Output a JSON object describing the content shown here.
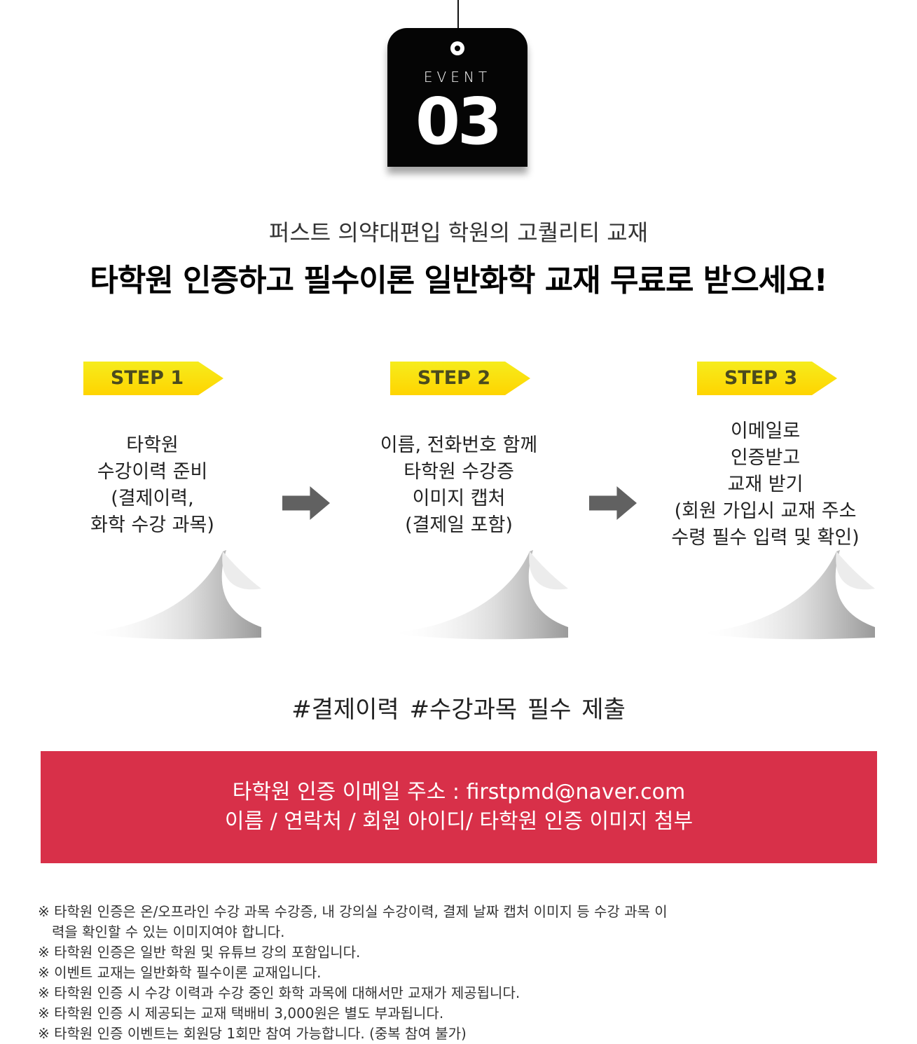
{
  "event_tag": {
    "label": "EVENT",
    "number": "03"
  },
  "subtitle": "퍼스트 의약대편입 학원의 고퀄리티 교재",
  "headline": "타학원 인증하고 필수이론 일반화학 교재 무료로 받으세요!",
  "steps": [
    {
      "label": "STEP 1",
      "lines": [
        "타학원",
        "수강이력 준비",
        "(결제이력,",
        "화학 수강 과목)"
      ]
    },
    {
      "label": "STEP 2",
      "lines": [
        "이름, 전화번호 함께",
        "타학원 수강증",
        "이미지 캡처",
        "(결제일 포함)"
      ]
    },
    {
      "label": "STEP 3",
      "lines": [
        "이메일로",
        "인증받고",
        "교재 받기",
        "(회원 가입시 교재 주소",
        "수령 필수 입력 및 확인)"
      ]
    }
  ],
  "icons": [
    "arrow-right-icon",
    "page-curl-icon"
  ],
  "hashtags": "#결제이력  #수강과목  필수 제출",
  "email_box": {
    "line1": "타학원 인증 이메일 주소 : firstpmd@naver.com",
    "line2": "이름 / 연락처 / 회원 아이디/ 타학원 인증 이미지 첨부"
  },
  "notes": [
    "※ 타학원 인증은 온/오프라인 수강 과목 수강증, 내 강의실 수강이력, 결제 날짜 캡처 이미지 등 수강 과목 이력을 확인할 수 있는 이미지여야 합니다.",
    "※ 타학원 인증은 일반 학원 및 유튜브 강의 포함입니다.",
    "※ 이벤트 교재는 일반화학 필수이론 교재입니다.",
    "※ 타학원 인증 시 수강 이력과 수강 중인 화학 과목에 대해서만 교재가 제공됩니다.",
    "※ 타학원 인증 시 제공되는 교재 택배비 3,000원은 별도 부과됩니다.",
    "※ 타학원 인증 이벤트는 회원당 1회만 참여 가능합니다. (중복 참여 불가)"
  ],
  "colors": {
    "tag": "#050505",
    "step_label": "#ffd400",
    "arrow": "#616161",
    "email_box": "#d83049"
  }
}
